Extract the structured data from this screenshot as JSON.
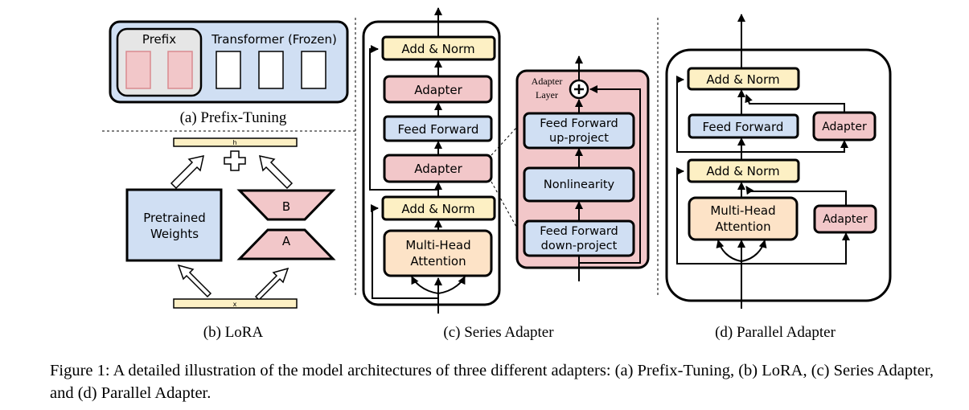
{
  "colors": {
    "blue": "#d0dff3",
    "pink": "#f2c7c9",
    "yellow": "#fdf0c4",
    "orange": "#fde3c7",
    "gray": "#e6e6e6",
    "stroke": "#000000"
  },
  "prefix_tuning": {
    "prefix_label": "Prefix",
    "transformer_label": "Transformer (Frozen)",
    "caption": "(a) Prefix-Tuning"
  },
  "lora": {
    "h_label": "h",
    "x_label": "x",
    "pretrained_line1": "Pretrained",
    "pretrained_line2": "Weights",
    "b_label": "B",
    "a_label": "A",
    "caption": "(b) LoRA"
  },
  "series_adapter": {
    "add_norm_top": "Add & Norm",
    "adapter_top": "Adapter",
    "feed_forward": "Feed Forward",
    "adapter_bottom": "Adapter",
    "add_norm_bottom": "Add & Norm",
    "attention_line1": "Multi-Head",
    "attention_line2": "Attention",
    "adapter_layer_line1": "Adapter",
    "adapter_layer_line2": "Layer",
    "up_line1": "Feed Forward",
    "up_line2": "up-project",
    "nonlinearity": "Nonlinearity",
    "down_line1": "Feed Forward",
    "down_line2": "down-project",
    "caption": "(c) Series Adapter"
  },
  "parallel_adapter": {
    "add_norm_top": "Add & Norm",
    "feed_forward": "Feed Forward",
    "adapter_top": "Adapter",
    "add_norm_bottom": "Add & Norm",
    "attention_line1": "Multi-Head",
    "attention_line2": "Attention",
    "adapter_bottom": "Adapter",
    "caption": "(d) Parallel Adapter"
  },
  "figure_caption": "Figure 1: A detailed illustration of the model architectures of three different adapters: (a) Prefix-Tuning, (b) LoRA, (c) Series Adapter, and (d) Parallel Adapter."
}
